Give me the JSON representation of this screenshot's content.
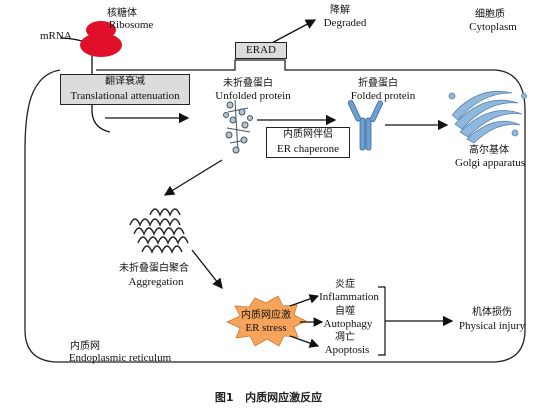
{
  "labels": {
    "ribosome_zh": "核糖体",
    "ribosome_en": "Ribosome",
    "mrna": "mRNA",
    "degraded_zh": "降解",
    "degraded_en": "Degraded",
    "cytoplasm_zh": "细胞质",
    "cytoplasm_en": "Cytoplasm",
    "erad": "ERAD",
    "translational_zh": "翻译衰减",
    "translational_en": "Translational attenuation",
    "unfolded_zh": "未折叠蛋白",
    "unfolded_en": "Unfolded protein",
    "folded_zh": "折叠蛋白",
    "folded_en": "Folded protein",
    "chaperone_zh": "内质网伴侣",
    "chaperone_en": "ER chaperone",
    "golgi_zh": "高尔基体",
    "golgi_en": "Golgi apparatus",
    "aggregation_zh": "未折叠蛋白聚合",
    "aggregation_en": "Aggregation",
    "er_zh": "内质网",
    "er_en": "Endoplasmic reticulum",
    "er_stress_zh": "内质网应激",
    "er_stress_en": "ER stress",
    "inflammation_zh": "炎症",
    "inflammation_en": "Inflammation",
    "autophagy_zh": "自噬",
    "autophagy_en": "Autophagy",
    "apoptosis_zh": "凋亡",
    "apoptosis_en": "Apoptosis",
    "injury_zh": "机体损伤",
    "injury_en": "Physical injury"
  },
  "caption": {
    "number": "图1",
    "title": "内质网应激反应"
  },
  "colors": {
    "ribosome": "#e0102a",
    "golgi": "#8fb8dc",
    "chaperone": "#6f9fd0",
    "stress_burst": "#f6a45c",
    "box_fill": "#dcdcdc"
  }
}
